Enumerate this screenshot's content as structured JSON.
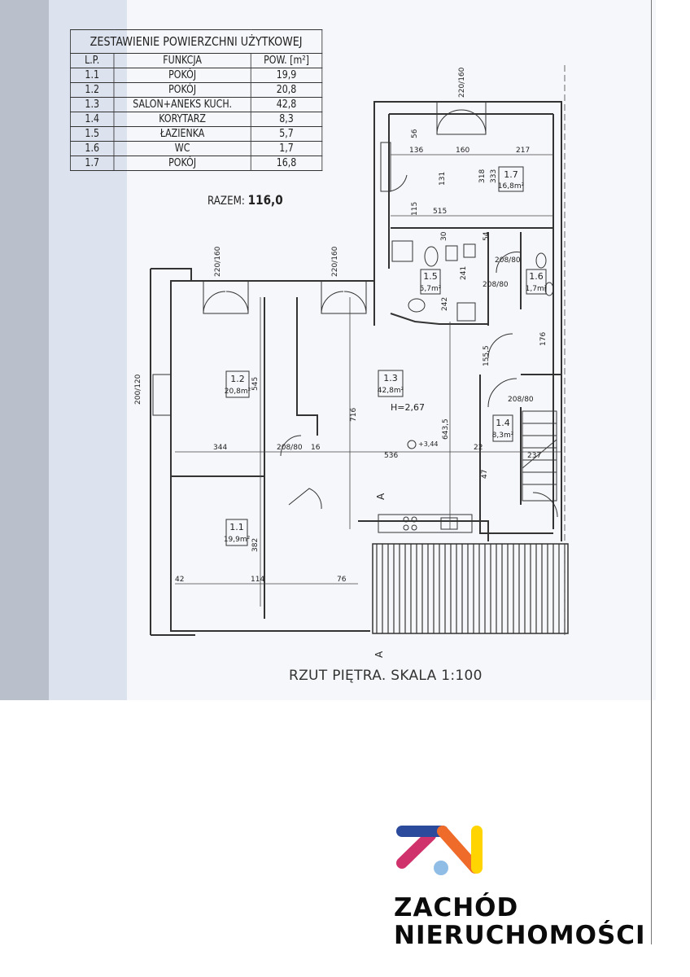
{
  "table": {
    "title": "ZESTAWIENIE POWIERZCHNI UŻYTKOWEJ",
    "headers": [
      "L.P.",
      "FUNKCJA",
      "POW. [m²]"
    ],
    "rows": [
      {
        "lp": "1.1",
        "function": "POKÓJ",
        "area": "19,9"
      },
      {
        "lp": "1.2",
        "function": "POKÓJ",
        "area": "20,8"
      },
      {
        "lp": "1.3",
        "function": "SALON+ANEKS KUCH.",
        "area": "42,8"
      },
      {
        "lp": "1.4",
        "function": "KORYTARZ",
        "area": "8,3"
      },
      {
        "lp": "1.5",
        "function": "ŁAZIENKA",
        "area": "5,7"
      },
      {
        "lp": "1.6",
        "function": "WC",
        "area": "1,7"
      },
      {
        "lp": "1.7",
        "function": "POKÓJ",
        "area": "16,8"
      }
    ],
    "total_label": "RAZEM:",
    "total_value": "116,0"
  },
  "plan": {
    "rooms": [
      {
        "id": "1.1",
        "area": "19,9m²"
      },
      {
        "id": "1.2",
        "area": "20,8m²"
      },
      {
        "id": "1.3",
        "area": "42,8m²"
      },
      {
        "id": "1.4",
        "area": "8,3m²"
      },
      {
        "id": "1.5",
        "area": "5,7m²"
      },
      {
        "id": "1.6",
        "area": "1,7m²"
      },
      {
        "id": "1.7",
        "area": "16,8m²"
      }
    ],
    "height": "H=2,67",
    "level": "+3,44",
    "section": "A",
    "dims": [
      "344",
      "536",
      "237",
      "545",
      "716",
      "643,5",
      "382",
      "42",
      "114",
      "76",
      "515",
      "160",
      "217",
      "136",
      "56",
      "333",
      "318",
      "131",
      "115",
      "242",
      "155,5",
      "176",
      "208/80",
      "208/80",
      "208/80",
      "208/80",
      "220/160",
      "220/160",
      "220/160",
      "200/120",
      "22",
      "47",
      "54",
      "30",
      "241",
      "16"
    ],
    "title": "RZUT PIĘTRA. SKALA 1:100"
  },
  "brand": {
    "line1": "ZACHÓD",
    "line2": "NIERUCHOMOŚCI"
  },
  "colors": {
    "blue": "#2b4a9b",
    "pink": "#d0336b",
    "orange": "#ef6b2a",
    "yellow": "#ffd400",
    "light_blue": "#8fbde6"
  }
}
